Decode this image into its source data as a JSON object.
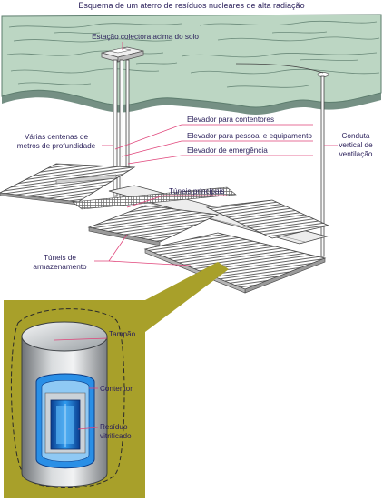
{
  "title": "Esquema de um aterro de resíduos nucleares de alta radiação",
  "labels": {
    "surface_station": "Estação colectora acima do solo",
    "depth": [
      "Várias centenas de",
      "metros de profundidade"
    ],
    "container_lift": "Elevador para contentores",
    "personnel_lift": "Elevador para pessoal e equipamento",
    "emergency_lift": "Elevador de emergência",
    "ventilation": [
      "Conduta",
      "vertical de",
      "ventilação"
    ],
    "main_tunnels": "Túneis principais",
    "storage_tunnels": [
      "Túneis de",
      "armazenamento"
    ]
  },
  "inset": {
    "plug": "Tampão",
    "container": "Contentor",
    "vitrified_waste": [
      "Resíduo",
      "vitrificado"
    ]
  },
  "colors": {
    "terrain": "#b8d4c0",
    "terrain_dark": "#5d7d6e",
    "inset_bg": "#a8a02a",
    "grid": "#555555",
    "container_blue": "#2a8fe6",
    "label_text": "#2a1f5a",
    "leader_line": "#e0447a"
  }
}
